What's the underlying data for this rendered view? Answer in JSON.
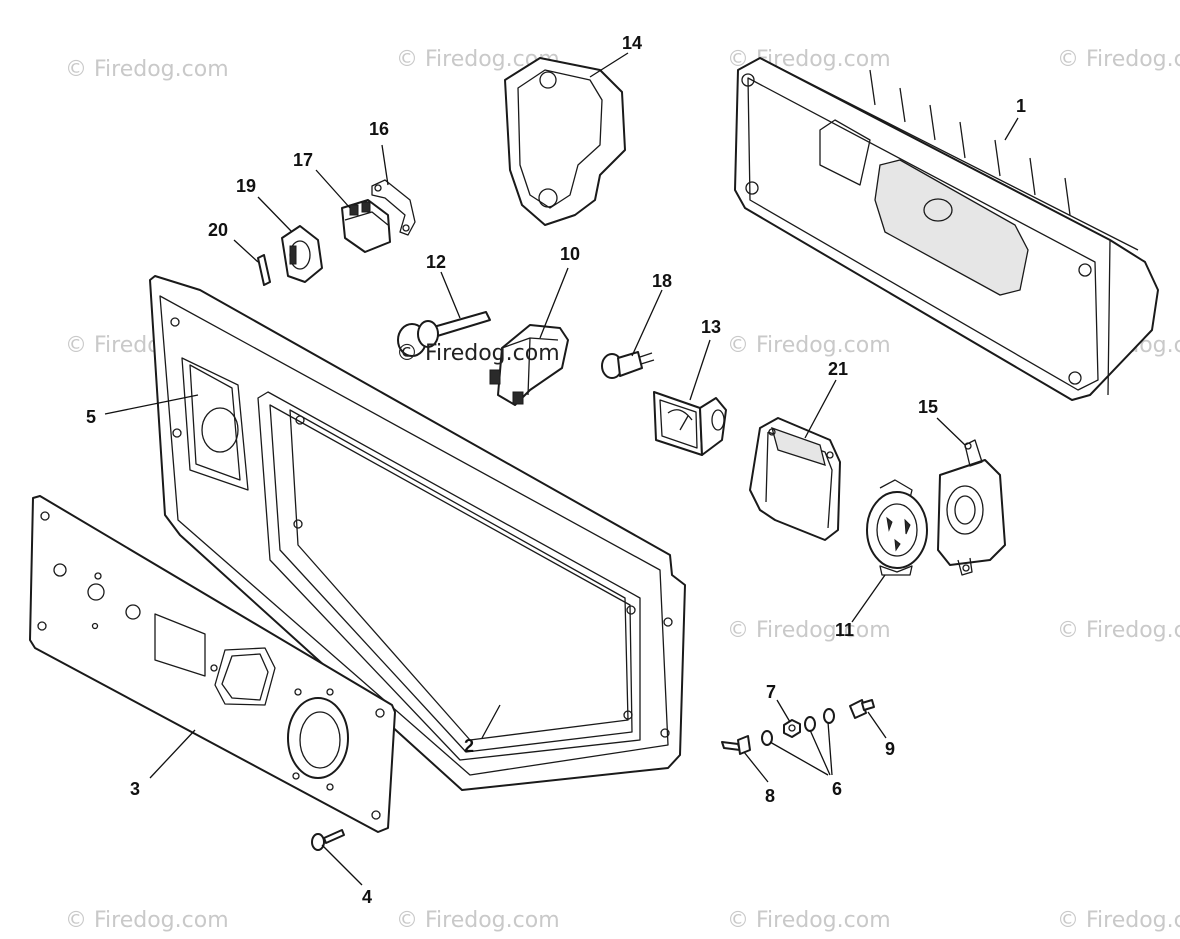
{
  "watermark": {
    "text": "© Firedog.com",
    "center_text": "© Firedog.com"
  },
  "callouts": {
    "c1": "1",
    "c2": "2",
    "c3": "3",
    "c4": "4",
    "c5": "5",
    "c6": "6",
    "c7": "7",
    "c8": "8",
    "c9": "9",
    "c10": "10",
    "c11": "11",
    "c12": "12",
    "c13": "13",
    "c14": "14",
    "c15": "15",
    "c16": "16",
    "c17": "17",
    "c18": "18",
    "c19": "19",
    "c20": "20",
    "c21": "21"
  },
  "colors": {
    "line": "#1a1a1a",
    "watermark": "#c9c9c9",
    "background": "#ffffff"
  }
}
